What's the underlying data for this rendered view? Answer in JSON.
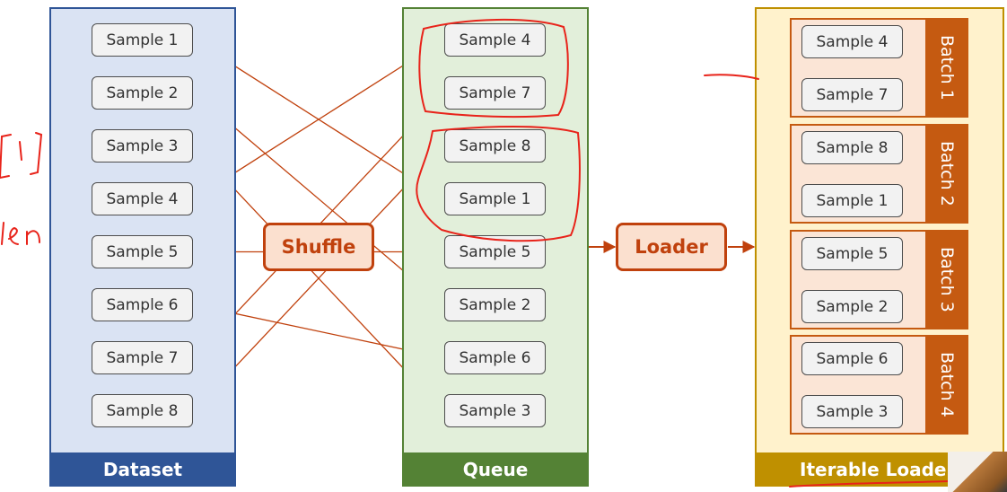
{
  "dataset": {
    "title": "Dataset",
    "samples": [
      "Sample 1",
      "Sample 2",
      "Sample 3",
      "Sample 4",
      "Sample 5",
      "Sample 6",
      "Sample 7",
      "Sample 8"
    ]
  },
  "shuffle": {
    "label": "Shuffle"
  },
  "queue": {
    "title": "Queue",
    "samples": [
      "Sample 4",
      "Sample 7",
      "Sample 8",
      "Sample 1",
      "Sample 5",
      "Sample 2",
      "Sample 6",
      "Sample 3"
    ]
  },
  "loader": {
    "label": "Loader"
  },
  "iterable_loader": {
    "title": "Iterable Loade",
    "batches": [
      {
        "label": "Batch 1",
        "samples": [
          "Sample 4",
          "Sample 7"
        ]
      },
      {
        "label": "Batch 2",
        "samples": [
          "Sample 8",
          "Sample 1"
        ]
      },
      {
        "label": "Batch 3",
        "samples": [
          "Sample 5",
          "Sample 2"
        ]
      },
      {
        "label": "Batch 4",
        "samples": [
          "Sample 6",
          "Sample 3"
        ]
      }
    ]
  },
  "shuffle_mapping": {
    "Sample 1": 4,
    "Sample 2": 6,
    "Sample 3": 8,
    "Sample 4": 1,
    "Sample 5": 5,
    "Sample 6": 7,
    "Sample 7": 2,
    "Sample 8": 3
  },
  "colors": {
    "dataset": "#2F5597",
    "queue": "#548235",
    "iterable_loader": "#BF9000",
    "batch": "#C55A11",
    "arrow": "#C0410D",
    "annotation": "#E8231A"
  }
}
